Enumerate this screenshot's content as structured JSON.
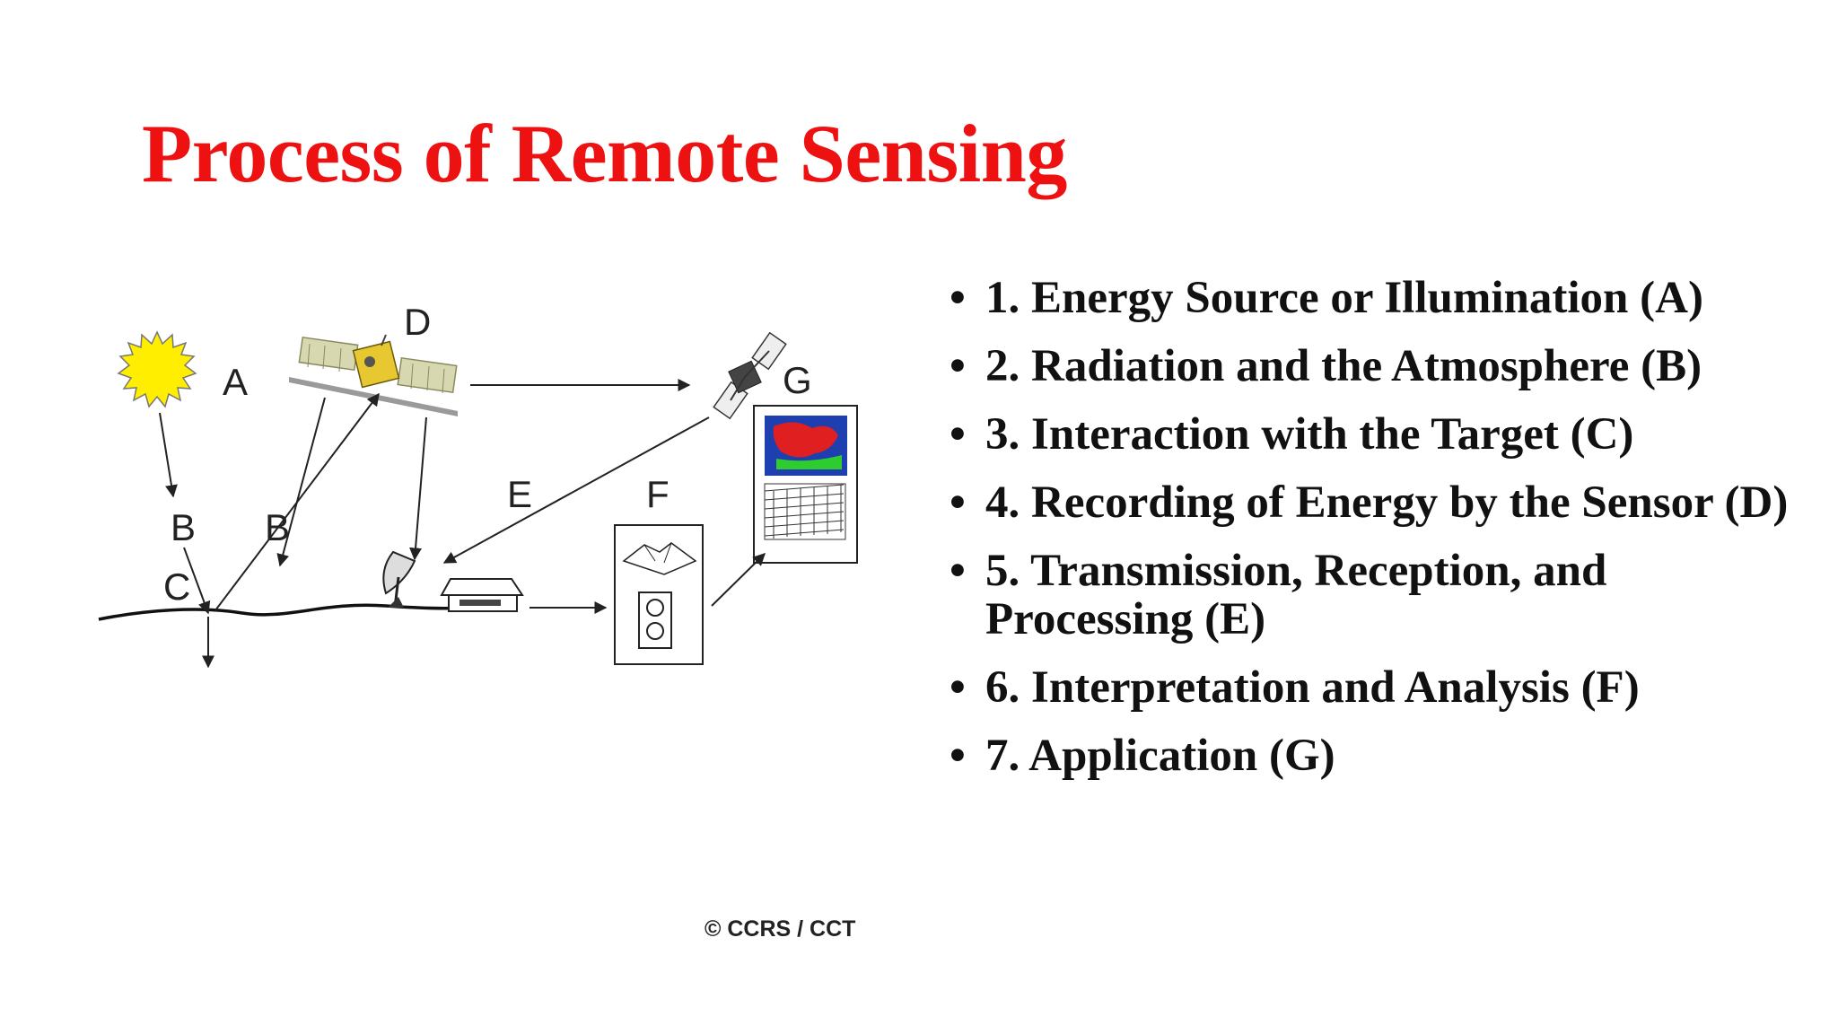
{
  "slide": {
    "title": "Process of Remote Sensing",
    "title_color": "#ee1111"
  },
  "diagram": {
    "labels": {
      "A": "A",
      "B1": "B",
      "B2": "B",
      "C": "C",
      "D": "D",
      "E": "E",
      "F": "F",
      "G": "G"
    },
    "icons": [
      "sun-icon",
      "satellite-icon",
      "relay-satellite-icon",
      "ground-antenna-icon",
      "receiving-station-icon",
      "processing-panel-icon",
      "application-panel-icon"
    ],
    "copyright": "© CCRS / CCT"
  },
  "steps": [
    "1. Energy Source or Illumination (A)",
    "2. Radiation and the Atmosphere (B)",
    "3. Interaction with the Target (C)",
    "4. Recording of Energy by the Sensor (D)",
    "5. Transmission, Reception, and Processing (E)",
    "6. Interpretation and Analysis (F)",
    "7. Application (G)"
  ]
}
